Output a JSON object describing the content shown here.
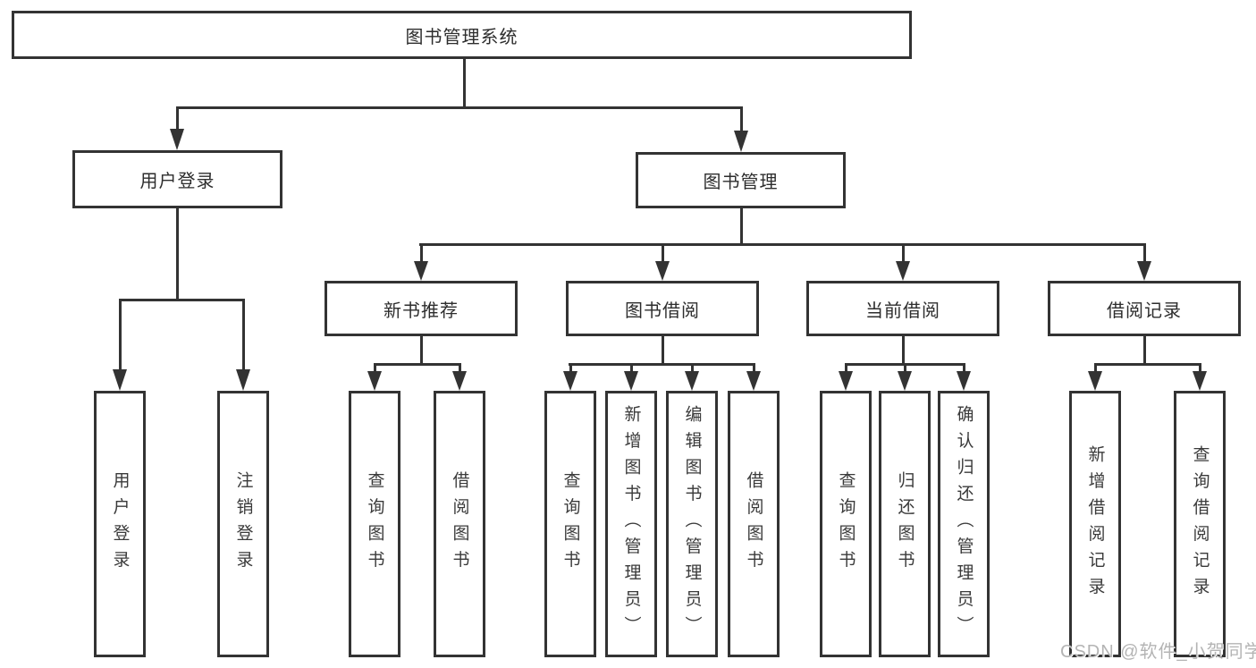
{
  "tree": {
    "root": {
      "label": "图书管理系统"
    },
    "level2": [
      {
        "label": "用户登录"
      },
      {
        "label": "图书管理"
      }
    ],
    "level3": [
      {
        "label": "新书推荐"
      },
      {
        "label": "图书借阅"
      },
      {
        "label": "当前借阅"
      },
      {
        "label": "借阅记录"
      }
    ],
    "leaves": {
      "login": [
        {
          "label": "用户登录"
        },
        {
          "label": "注销登录"
        }
      ],
      "newbook": [
        {
          "label": "查询图书"
        },
        {
          "label": "借阅图书"
        }
      ],
      "borrow": [
        {
          "label": "查询图书"
        },
        {
          "label": "新增图书（管理员）"
        },
        {
          "label": "编辑图书（管理员）"
        },
        {
          "label": "借阅图书"
        }
      ],
      "current": [
        {
          "label": "查询图书"
        },
        {
          "label": "归还图书"
        },
        {
          "label": "确认归还（管理员）"
        }
      ],
      "records": [
        {
          "label": "新增借阅记录"
        },
        {
          "label": "查询借阅记录"
        }
      ]
    }
  },
  "watermark": {
    "text": "CSDN @软件_小贺同学"
  },
  "colors": {
    "line": "#333333",
    "box_bg": "#ffffff",
    "text": "#3a3a3a",
    "watermark": "#b4b4b4"
  }
}
